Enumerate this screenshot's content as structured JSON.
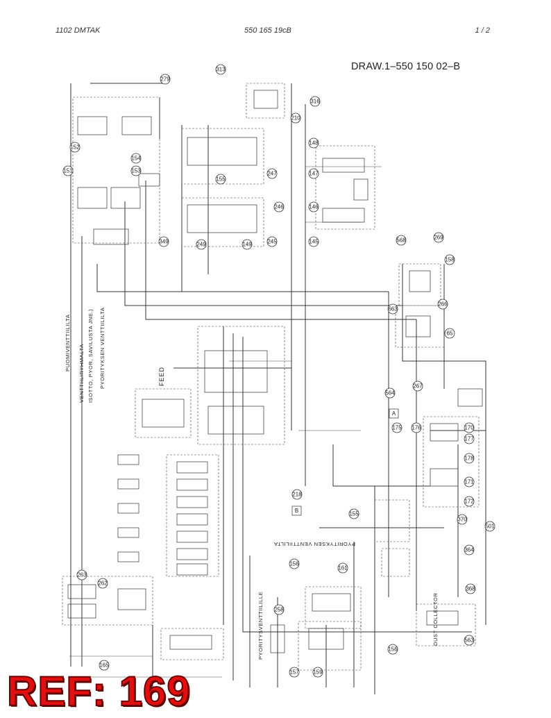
{
  "header": {
    "left": "1102   DMTAK",
    "center": "550 165 19cB",
    "right": "1 /  2"
  },
  "drawing_title": "DRAW.1–550 150 02–B",
  "ref_label": "REF: 169",
  "vertical_labels": {
    "puomi": "PUOMIVENTTIILILTA",
    "venttiili": "VENTTIILIRYHMALTA",
    "isotto": "ISOTTO, PYOR, SAVILUSTA JNE.)",
    "pyoritys_left": "PYORITYKSEN VENTTIILILTA",
    "pyoritys_right": "PYORITYKSEN VENTTIILILTA",
    "pyoritys_bottom": "PYORITYSVENTTIILILLE"
  },
  "feed_label": "FEED",
  "dust_collector": "DUST COLLECTOR",
  "box_letters": [
    "A",
    "B"
  ],
  "callouts": [
    "313",
    "279",
    "316",
    "152",
    "154",
    "153",
    "151",
    "210",
    "148",
    "147",
    "146",
    "145",
    "155",
    "247",
    "246",
    "249",
    "349",
    "245",
    "149",
    "269",
    "568",
    "158",
    "266",
    "564",
    "267",
    "663",
    "65",
    "175",
    "176",
    "170",
    "177",
    "178",
    "171",
    "172",
    "501",
    "370",
    "218",
    "155",
    "364",
    "156",
    "161",
    "263",
    "262",
    "258",
    "165",
    "157",
    "159",
    "156",
    "368",
    "563"
  ]
}
